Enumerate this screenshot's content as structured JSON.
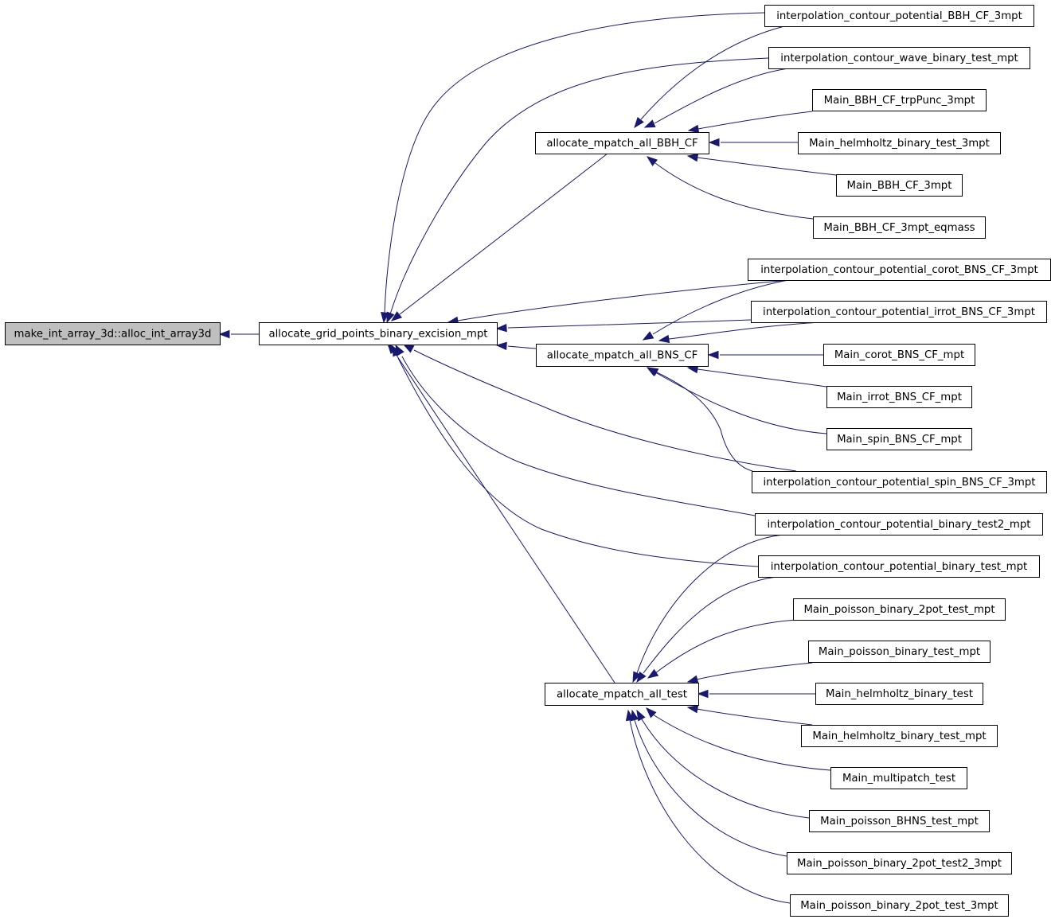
{
  "graph": {
    "edge_color": "#191970",
    "root_fill": "#bfbfbf",
    "nodes": [
      {
        "id": "root",
        "label": "make_int_array_3d::alloc_int_array3d",
        "root": true
      },
      {
        "id": "agp",
        "label": "allocate_grid_points_binary_excision_mpt"
      },
      {
        "id": "bbh",
        "label": "allocate_mpatch_all_BBH_CF"
      },
      {
        "id": "bns",
        "label": "allocate_mpatch_all_BNS_CF"
      },
      {
        "id": "test",
        "label": "allocate_mpatch_all_test"
      },
      {
        "id": "l1",
        "label": "interpolation_contour_potential_BBH_CF_3mpt"
      },
      {
        "id": "l2",
        "label": "interpolation_contour_wave_binary_test_mpt"
      },
      {
        "id": "l3",
        "label": "Main_BBH_CF_trpPunc_3mpt"
      },
      {
        "id": "l4",
        "label": "Main_helmholtz_binary_test_3mpt"
      },
      {
        "id": "l5",
        "label": "Main_BBH_CF_3mpt"
      },
      {
        "id": "l6",
        "label": "Main_BBH_CF_3mpt_eqmass"
      },
      {
        "id": "l7",
        "label": "interpolation_contour_potential_corot_BNS_CF_3mpt"
      },
      {
        "id": "l8",
        "label": "interpolation_contour_potential_irrot_BNS_CF_3mpt"
      },
      {
        "id": "l9",
        "label": "Main_corot_BNS_CF_mpt"
      },
      {
        "id": "l10",
        "label": "Main_irrot_BNS_CF_mpt"
      },
      {
        "id": "l11",
        "label": "Main_spin_BNS_CF_mpt"
      },
      {
        "id": "l12",
        "label": "interpolation_contour_potential_spin_BNS_CF_3mpt"
      },
      {
        "id": "l13",
        "label": "interpolation_contour_potential_binary_test2_mpt"
      },
      {
        "id": "l14",
        "label": "interpolation_contour_potential_binary_test_mpt"
      },
      {
        "id": "l15",
        "label": "Main_poisson_binary_2pot_test_mpt"
      },
      {
        "id": "l16",
        "label": "Main_poisson_binary_test_mpt"
      },
      {
        "id": "l17",
        "label": "Main_helmholtz_binary_test"
      },
      {
        "id": "l18",
        "label": "Main_helmholtz_binary_test_mpt"
      },
      {
        "id": "l19",
        "label": "Main_multipatch_test"
      },
      {
        "id": "l20",
        "label": "Main_poisson_BHNS_test_mpt"
      },
      {
        "id": "l21",
        "label": "Main_poisson_binary_2pot_test2_3mpt"
      },
      {
        "id": "l22",
        "label": "Main_poisson_binary_2pot_test_3mpt"
      }
    ],
    "edges": [
      {
        "from": "agp",
        "to": "root"
      },
      {
        "from": "bbh",
        "to": "agp"
      },
      {
        "from": "bns",
        "to": "agp"
      },
      {
        "from": "test",
        "to": "agp"
      },
      {
        "from": "l1",
        "to": "agp"
      },
      {
        "from": "l2",
        "to": "agp"
      },
      {
        "from": "l7",
        "to": "agp"
      },
      {
        "from": "l8",
        "to": "agp"
      },
      {
        "from": "l12",
        "to": "agp"
      },
      {
        "from": "l13",
        "to": "agp"
      },
      {
        "from": "l14",
        "to": "agp"
      },
      {
        "from": "l1",
        "to": "bbh"
      },
      {
        "from": "l2",
        "to": "bbh"
      },
      {
        "from": "l3",
        "to": "bbh"
      },
      {
        "from": "l4",
        "to": "bbh"
      },
      {
        "from": "l5",
        "to": "bbh"
      },
      {
        "from": "l6",
        "to": "bbh"
      },
      {
        "from": "l7",
        "to": "bns"
      },
      {
        "from": "l8",
        "to": "bns"
      },
      {
        "from": "l9",
        "to": "bns"
      },
      {
        "from": "l10",
        "to": "bns"
      },
      {
        "from": "l11",
        "to": "bns"
      },
      {
        "from": "l12",
        "to": "bns"
      },
      {
        "from": "l13",
        "to": "test"
      },
      {
        "from": "l14",
        "to": "test"
      },
      {
        "from": "l15",
        "to": "test"
      },
      {
        "from": "l16",
        "to": "test"
      },
      {
        "from": "l17",
        "to": "test"
      },
      {
        "from": "l18",
        "to": "test"
      },
      {
        "from": "l19",
        "to": "test"
      },
      {
        "from": "l20",
        "to": "test"
      },
      {
        "from": "l21",
        "to": "test"
      },
      {
        "from": "l22",
        "to": "test"
      }
    ]
  }
}
